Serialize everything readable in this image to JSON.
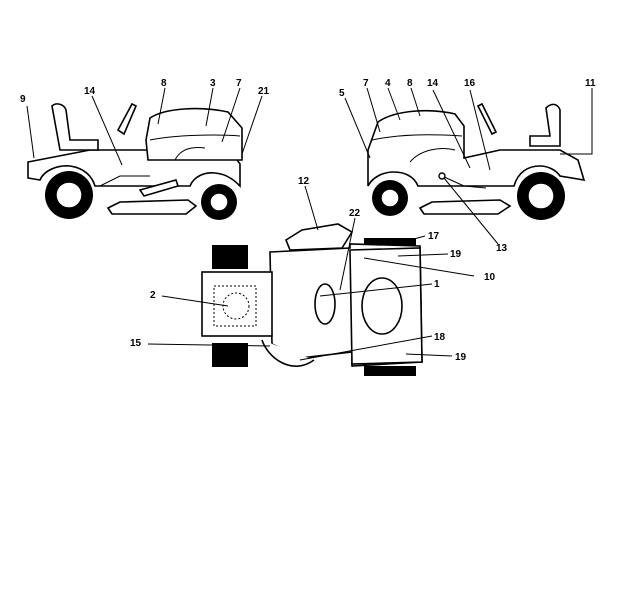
{
  "top_edge_text": "",
  "labels": {
    "l1": "1",
    "l2": "2",
    "l3": "3",
    "l4": "4",
    "l5": "5",
    "l7a": "7",
    "l7b": "7",
    "l8a": "8",
    "l8b": "8",
    "l9": "9",
    "l10": "10",
    "l11": "11",
    "l12": "12",
    "l13": "13",
    "l14a": "14",
    "l14b": "14",
    "l15": "15",
    "l16": "16",
    "l17": "17",
    "l18": "18",
    "l19a": "19",
    "l19b": "19",
    "l21": "21",
    "l22": "22"
  }
}
